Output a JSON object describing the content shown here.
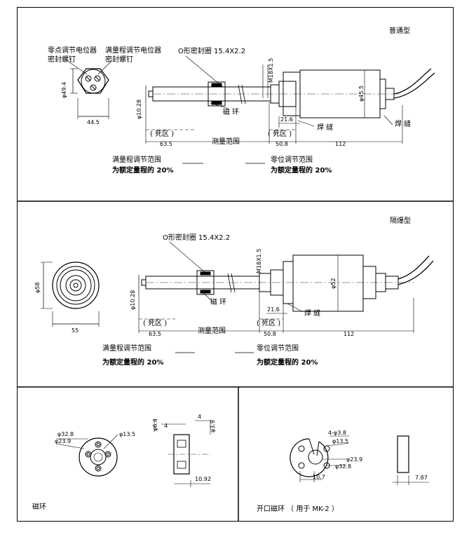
{
  "section_standard": {
    "type_label": "普通型",
    "zero_pot": [
      "零点调节电位器",
      "密封螺钉"
    ],
    "span_pot": [
      "满量程调节电位器",
      "密封螺钉"
    ],
    "oring": "O形密封圈 15.4X2.2",
    "thread": "M18X1.5",
    "dia_flange": "φ49.4",
    "dim_44_5": "44.5",
    "dia_rod": "φ10.28",
    "magnet_ring": "磁 环",
    "dia_body": "φ45.5",
    "weld_1": "焊 缝",
    "weld_2": "焊 缝",
    "dim_21_6": "21.6",
    "dead_zone_1": "( 死区 )",
    "dim_63_5": "63.5",
    "measure_range": "测量范围",
    "dead_zone_2": "( 死区 )",
    "dim_50_8": "50.8",
    "dim_112": "112",
    "span_adjust": [
      "满量程调节范围",
      "为额定量程的 20%"
    ],
    "zero_adjust": [
      "零位调节范围",
      "为额定量程的 20%"
    ]
  },
  "section_explosion": {
    "type_label": "隔爆型",
    "oring": "O形密封圈 15.4X2.2",
    "thread": "M18X1.5",
    "dia_flange": "φ58",
    "dim_55": "55",
    "dia_rod": "φ10.28",
    "magnet_ring": "磁 环",
    "dia_body": "φ52",
    "weld": "焊 缝",
    "dim_21_6": "21.6",
    "dead_zone_1": "( 死区 )",
    "dim_63_5": "63.5",
    "measure_range": "测量范围",
    "dead_zone_2": "( 死区 )",
    "dim_50_8": "50.8",
    "dim_112": "112",
    "span_adjust": [
      "满量程调节范围",
      "为额定量程的 20%"
    ],
    "zero_adjust": [
      "零位调节范围",
      "为额定量程的 20%"
    ]
  },
  "section_magnet": {
    "caption": "磁环",
    "d32_8": "φ32.8",
    "d23_9": "φ23.9",
    "d13_5": "φ13.5",
    "d6_4": "φ6.4",
    "w4a": "4",
    "w4b": "4",
    "d3_9": "φ3.9",
    "w10_92": "10.92"
  },
  "section_open_magnet": {
    "caption": "开口磁环 （ 用于 MK-2 ）",
    "holes": "4-φ3.8",
    "d13_5": "φ13.5",
    "d23_9": "φ23.9",
    "d32_8": "φ32.8",
    "w10_7": "10.7",
    "w7_87": "7.87"
  }
}
